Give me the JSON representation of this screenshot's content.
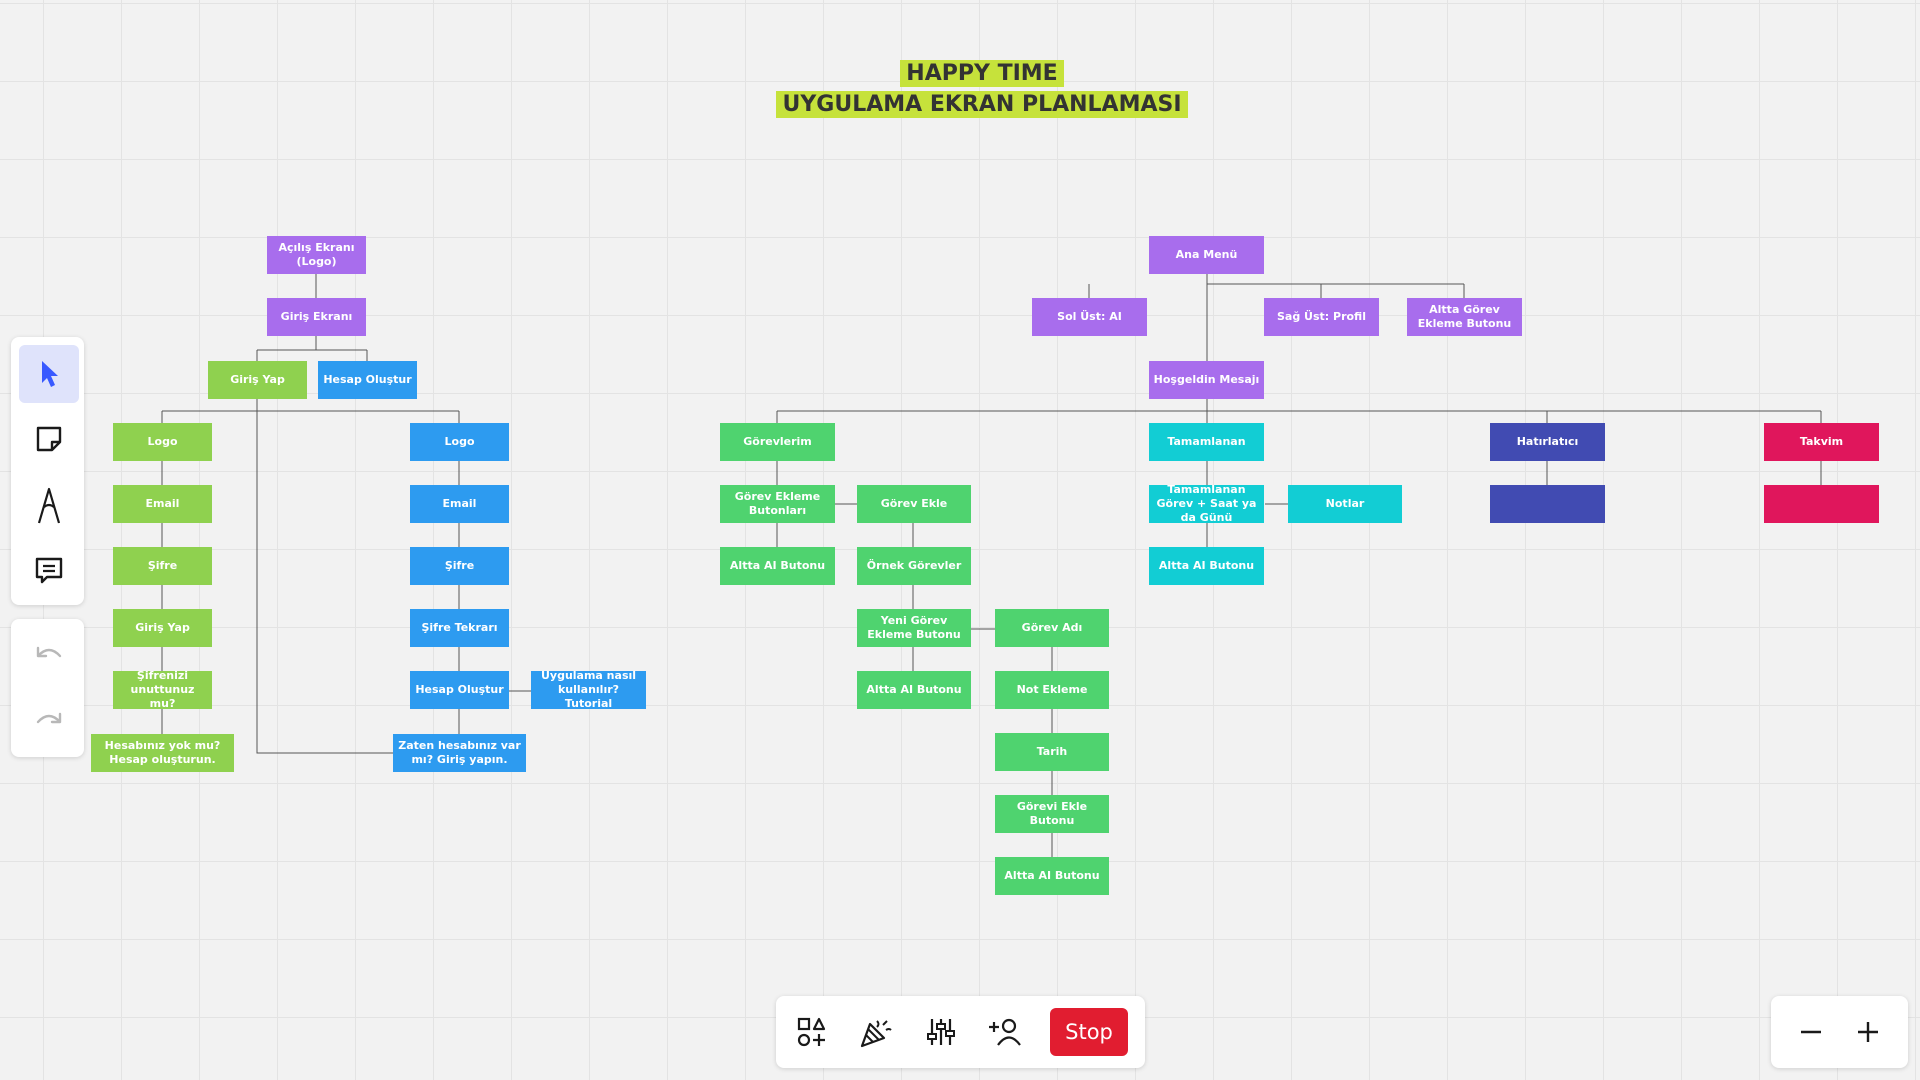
{
  "title": {
    "line1": "HAPPY TIME",
    "line2": "UYGULAMA EKRAN PLANLAMASI"
  },
  "colors": {
    "title_highlight": "#c6e23b",
    "purple": "#a86ded",
    "lime": "#8fd14f",
    "blue": "#2d9bf0",
    "green": "#4fd36f",
    "teal": "#12cdd4",
    "indigo": "#414bb2",
    "pink": "#e0165c",
    "stop": "#e11d30",
    "active_tool": "#dfe3fb"
  },
  "nodes": {
    "acilis": "Açılış Ekranı (Logo)",
    "giris_ekrani": "Giriş Ekranı",
    "giris_yap": "Giriş Yap",
    "hesap_olustur": "Hesap Oluştur",
    "g_logo": "Logo",
    "g_email": "Email",
    "g_sifre": "Şifre",
    "g_giris_yap": "Giriş Yap",
    "g_unuttunuz": "Şifrenizi unuttunuz mu?",
    "g_hesabiniz_yok": "Hesabınız yok mu? Hesap oluşturun.",
    "h_logo": "Logo",
    "h_email": "Email",
    "h_sifre": "Şifre",
    "h_sifre_tekrari": "Şifre Tekrarı",
    "h_hesap_olustur": "Hesap Oluştur",
    "h_tutorial": "Uygulama nasıl kullanılır? Tutorial",
    "h_zaten": "Zaten hesabınız var mı? Giriş yapın.",
    "ana_menu": "Ana Menü",
    "sol_ust": "Sol Üst: AI",
    "sag_ust": "Sağ Üst: Profil",
    "altta_gorev": "Altta Görev Ekleme Butonu",
    "hosgeldin": "Hoşgeldin Mesajı",
    "gorevlerim": "Görevlerim",
    "gorev_ekleme_butonlari": "Görev Ekleme Butonları",
    "gorev_ekle": "Görev Ekle",
    "altta_ai_1": "Altta AI Butonu",
    "ornek_gorevler": "Örnek Görevler",
    "yeni_gorev_butonu": "Yeni Görev Ekleme Butonu",
    "altta_ai_2": "Altta AI Butonu",
    "gorev_adi": "Görev Adı",
    "not_ekleme": "Not Ekleme",
    "tarih": "Tarih",
    "gorevi_ekle_butonu": "Görevi Ekle Butonu",
    "altta_ai_3": "Altta AI Butonu",
    "tamamlanan": "Tamamlanan",
    "tamamlanan_gorev": "Tamamlanan Görev + Saat ya da Günü",
    "notlar": "Notlar",
    "altta_ai_4": "Altta AI Butonu",
    "hatirlatici": "Hatırlatıcı",
    "hatirlatici_child": "",
    "takvim": "Takvim",
    "takvim_child": ""
  },
  "toolbar": {
    "tools": [
      "cursor-icon",
      "sticky-note-icon",
      "pen-icon",
      "comment-icon",
      "undo-icon",
      "redo-icon"
    ],
    "active_tool": "cursor-icon"
  },
  "bottom_bar": {
    "icons": [
      "shapes-add-icon",
      "celebrate-icon",
      "sliders-icon",
      "add-user-icon"
    ],
    "stop_label": "Stop"
  },
  "zoom": {
    "minus_icon": "minus-icon",
    "plus_icon": "plus-icon"
  }
}
